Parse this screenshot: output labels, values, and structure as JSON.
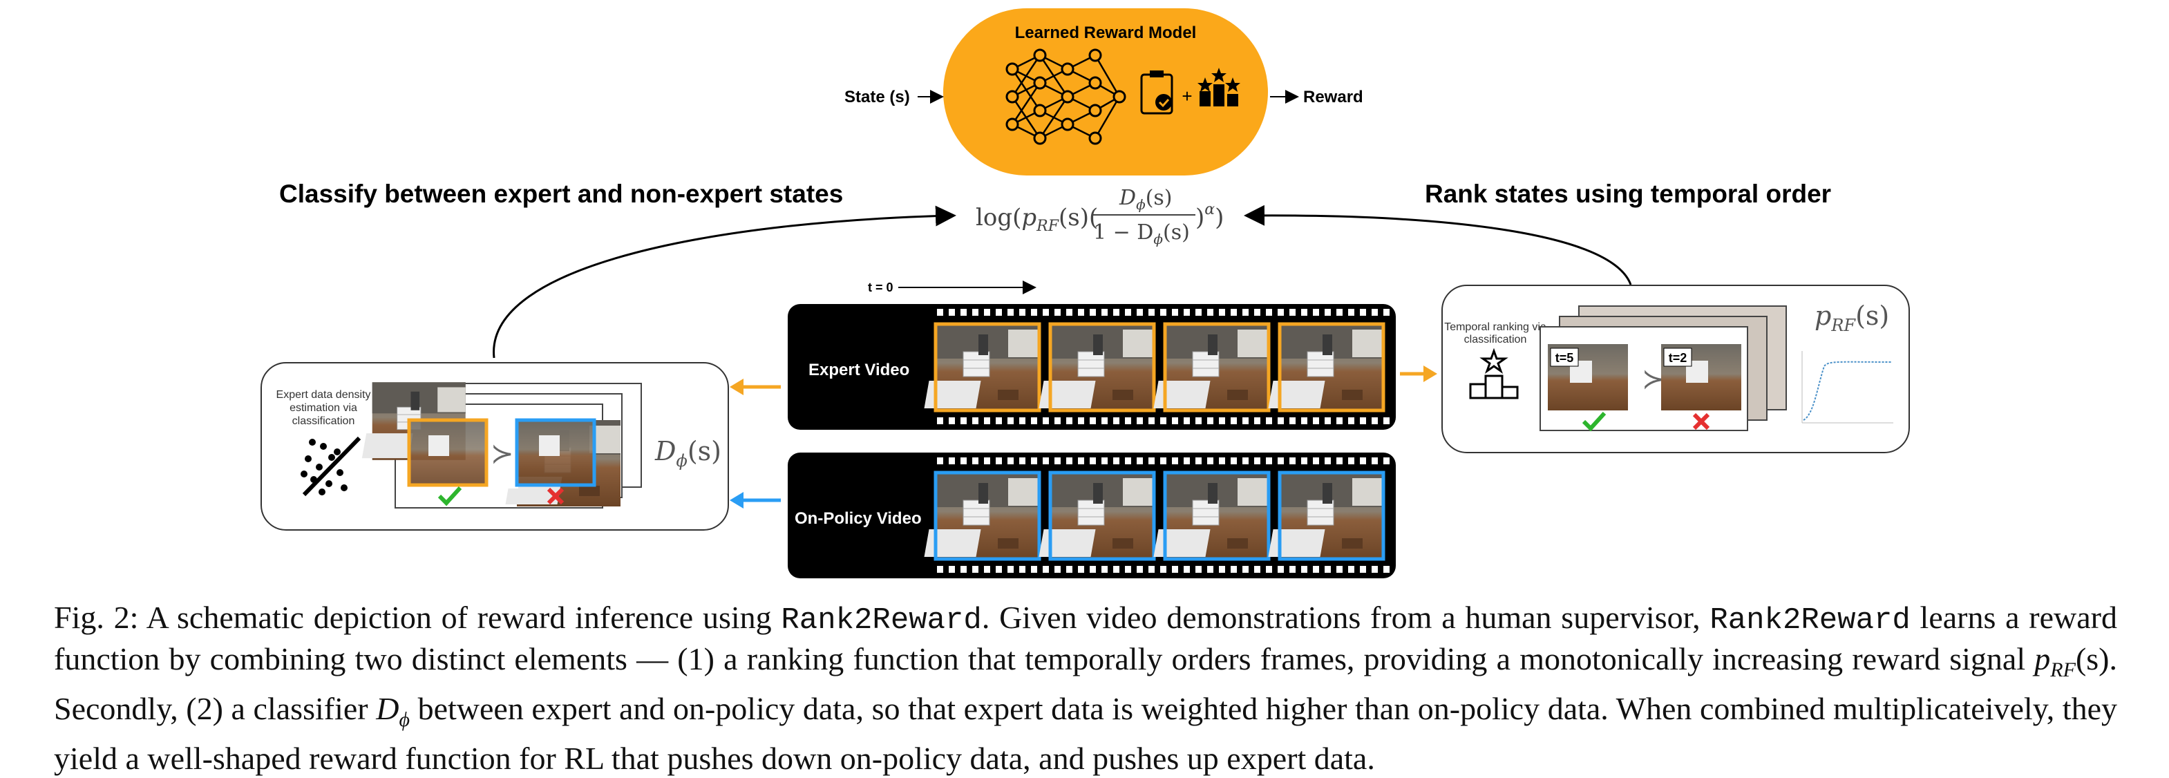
{
  "figure": {
    "reward_model": {
      "title": "Learned Reward Model",
      "input_label": "State (s)",
      "output_label": "Reward",
      "plus": "+",
      "icons": [
        "neural-network-icon",
        "reward-check-icon",
        "podium-stars-icon"
      ],
      "fill_color": "#FBA81A"
    },
    "classify_heading": "Classify between expert and non-expert states",
    "rank_heading": "Rank states using temporal order",
    "formula": {
      "log": "log(",
      "p": "p",
      "p_sub": "RF",
      "p_arg": "(s)(",
      "numerator": "D",
      "numerator_sub": "ϕ",
      "numerator_arg": "(s)",
      "denominator": "1 − D",
      "denominator_sub": "ϕ",
      "denominator_arg": "(s)",
      "close": ")",
      "exponent": "α",
      "close2": ")"
    },
    "time_label": "t = 0",
    "expert_video_label": "Expert Video",
    "onpolicy_video_label": "On-Policy Video",
    "left_panel": {
      "caption_line1": "Expert data density",
      "caption_line2": "estimation via",
      "caption_line3": "classification",
      "symbol": "D",
      "symbol_sub": "ϕ",
      "symbol_arg": "(s)",
      "succ": "≻",
      "icons": [
        "scatter-slash-icon",
        "check-icon",
        "cross-icon"
      ]
    },
    "right_panel": {
      "caption_line1": "Temporal ranking via",
      "caption_line2": "classification",
      "frame_a_label": "t=5",
      "frame_b_label": "t=2",
      "succ": "≻",
      "symbol": "p",
      "symbol_sub": "RF",
      "symbol_arg": "(s)",
      "icons": [
        "podium-star-icon",
        "check-icon",
        "cross-icon",
        "monotonic-curve-icon"
      ]
    },
    "colors": {
      "expert_frame": "#F5A623",
      "onpolicy_frame": "#2A9DF4",
      "film": "#000000",
      "check": "#2DB52D",
      "cross": "#E53030"
    }
  },
  "caption": {
    "p1": "Fig. 2: A schematic depiction of reward inference using ",
    "m1": "Rank2Reward",
    "p2": ". Given video demonstrations from a human supervisor, ",
    "m2": "Rank2Reward",
    "p3": " learns a reward function by combining two distinct elements — (1) a ranking function that temporally orders frames, providing a monotonically increasing reward signal ",
    "s1": "p",
    "s1sub": "RF",
    "s1arg": "(s)",
    "p4": ". Secondly, (2) a classifier ",
    "s2": "D",
    "s2sub": "ϕ",
    "p5": " between expert and on-policy data, so that expert data is weighted higher than on-policy data. When combined multiplicateively, they yield a well-shaped reward function for RL that pushes down on-policy data, and pushes up expert data."
  }
}
